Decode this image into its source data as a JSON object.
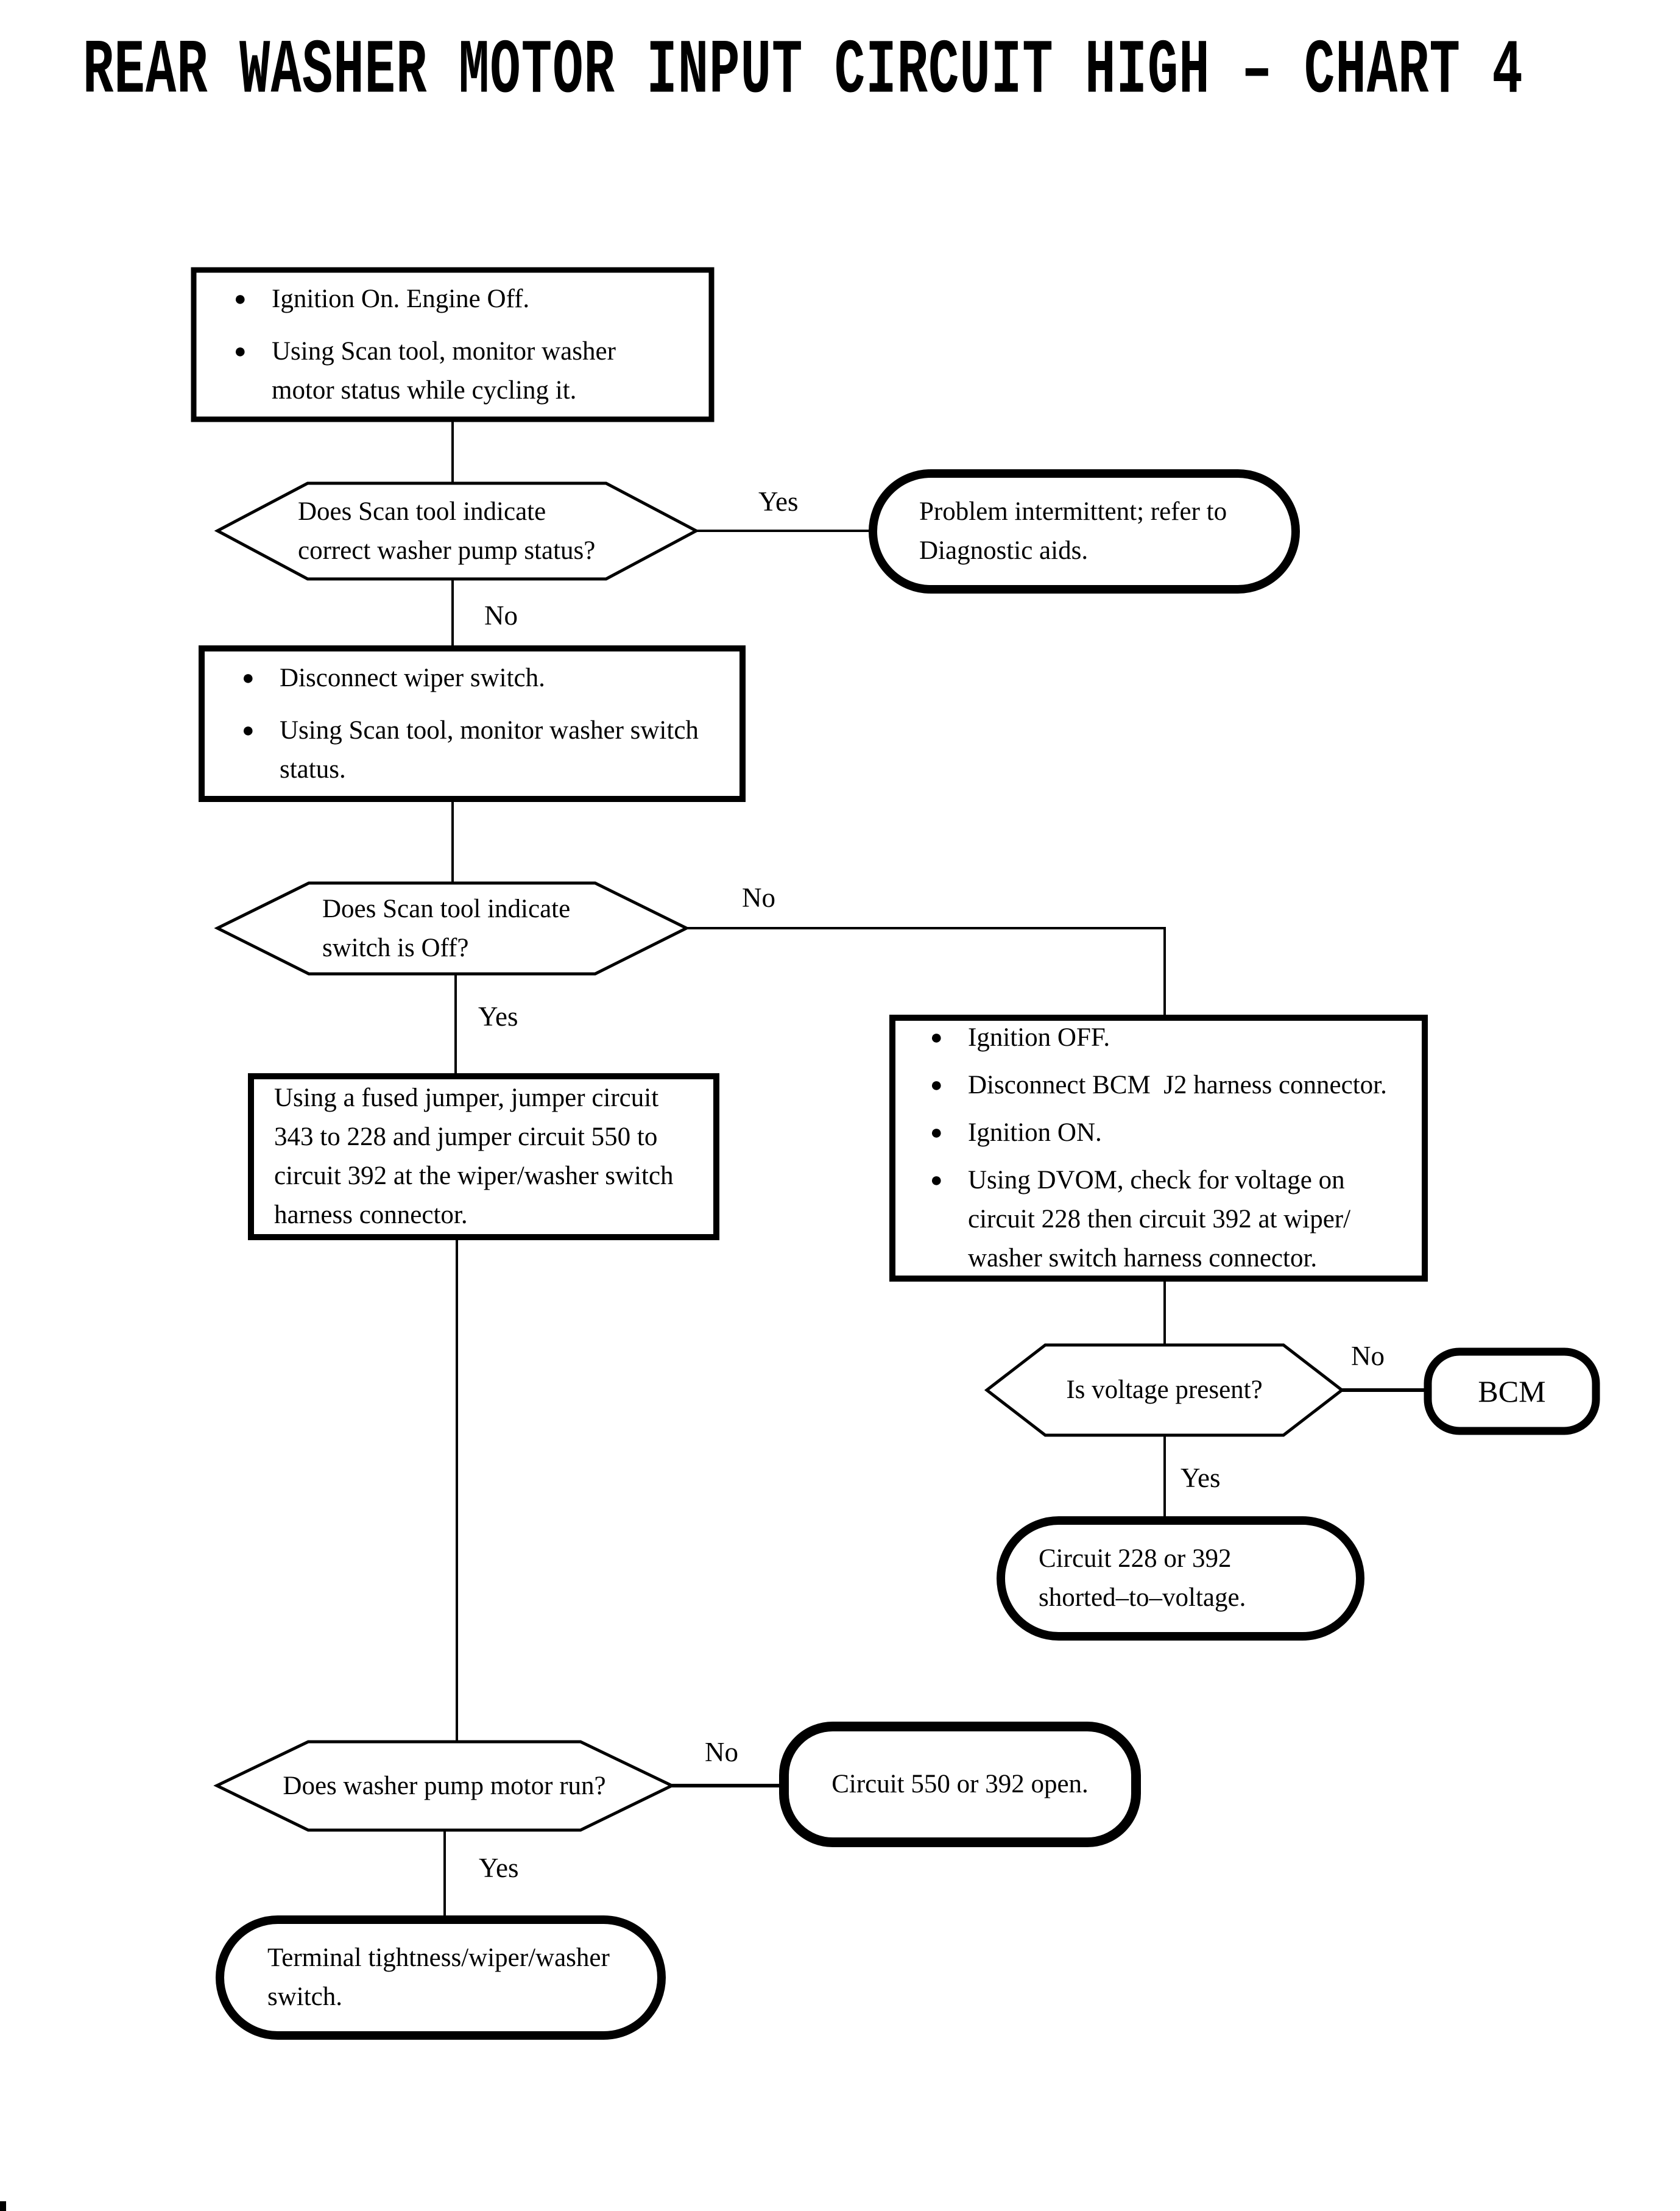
{
  "title": "REAR WASHER MOTOR INPUT CIRCUIT HIGH – CHART 4",
  "labels": {
    "yes": "Yes",
    "no": "No"
  },
  "boxes": {
    "start": {
      "bullets": [
        [
          "Ignition On. Engine Off."
        ],
        [
          "Using Scan tool, monitor washer",
          "motor status while cycling it."
        ]
      ]
    },
    "disconnect_wiper": {
      "bullets": [
        [
          "Disconnect wiper switch."
        ],
        [
          "Using Scan tool, monitor washer switch",
          "status."
        ]
      ]
    },
    "fused_jumper": {
      "lines": [
        "Using a fused jumper, jumper circuit",
        "343 to 228 and jumper circuit 550 to",
        "circuit 392 at the wiper/washer switch",
        "harness connector."
      ]
    },
    "check_voltage": {
      "bullets": [
        [
          "Ignition OFF."
        ],
        [
          "Disconnect BCM  J2 harness connector."
        ],
        [
          "Ignition ON."
        ],
        [
          "Using DVOM, check for voltage on",
          "circuit 228 then circuit 392 at wiper/",
          "washer switch harness connector."
        ]
      ]
    }
  },
  "decisions": {
    "pump_status": {
      "lines": [
        "Does Scan tool indicate",
        "correct washer pump status?"
      ]
    },
    "switch_off": {
      "lines": [
        "Does Scan tool indicate",
        "switch is Off?"
      ]
    },
    "voltage_present": {
      "lines": [
        "Is voltage present?"
      ]
    },
    "motor_run": {
      "lines": [
        "Does washer pump motor run?"
      ]
    }
  },
  "terminals": {
    "intermittent": {
      "lines": [
        "Problem intermittent; refer to",
        "Diagnostic aids."
      ]
    },
    "bcm": {
      "lines": [
        "BCM"
      ]
    },
    "shorted_to_voltage": {
      "lines": [
        "Circuit 228 or 392",
        "shorted–to–voltage."
      ]
    },
    "open_circuit": {
      "lines": [
        "Circuit 550 or 392 open."
      ]
    },
    "terminal_tightness": {
      "lines": [
        "Terminal tightness/wiper/washer",
        "switch."
      ]
    }
  }
}
